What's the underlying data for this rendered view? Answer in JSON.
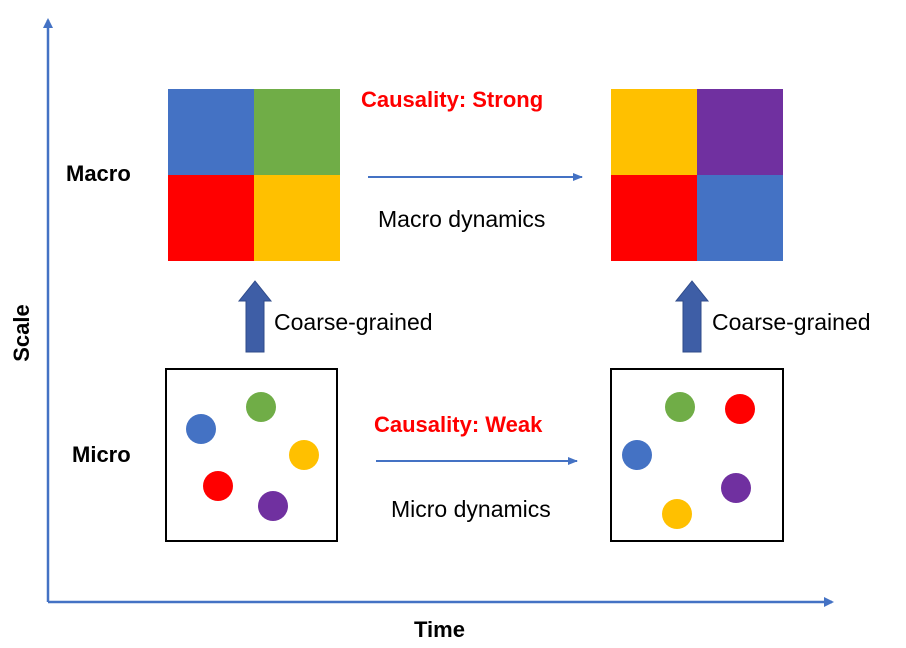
{
  "axes": {
    "x_label": "Time",
    "y_label": "Scale"
  },
  "levels": {
    "macro": "Macro",
    "micro": "Micro"
  },
  "dynamics": {
    "macro": "Macro dynamics",
    "micro": "Micro dynamics"
  },
  "coarse_grain": {
    "left": "Coarse-grained",
    "right": "Coarse-grained"
  },
  "causality": {
    "macro": "Causality: Strong",
    "micro": "Causality: Weak",
    "color": "#ff0000"
  },
  "colors": {
    "axis": "#4472c4",
    "blue": "#4472c4",
    "green": "#70ad47",
    "red": "#ff0000",
    "yellow": "#ffc000",
    "purple": "#7030a0",
    "up_arrow": "#3e5ea6"
  },
  "macro_states": {
    "before": {
      "cells": [
        "blue",
        "green",
        "red",
        "yellow"
      ]
    },
    "after": {
      "cells": [
        "yellow",
        "purple",
        "red",
        "blue"
      ]
    }
  },
  "micro_states": {
    "before": {
      "particles": [
        "blue",
        "green",
        "yellow",
        "red",
        "purple"
      ]
    },
    "after": {
      "particles": [
        "green",
        "red",
        "blue",
        "purple",
        "yellow"
      ]
    }
  }
}
